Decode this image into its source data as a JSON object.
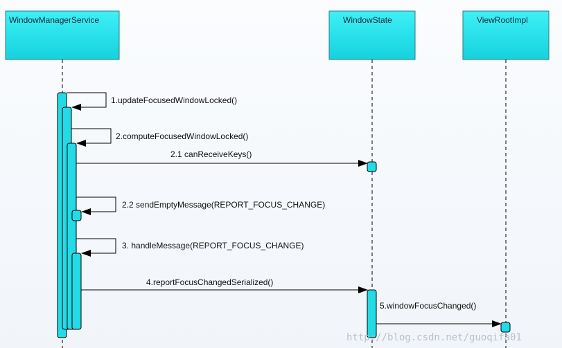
{
  "diagram": {
    "type": "sequence",
    "participants": [
      {
        "id": "wms",
        "label": "WindowManagerService"
      },
      {
        "id": "ws",
        "label": "WindowState"
      },
      {
        "id": "vri",
        "label": "ViewRootImpl"
      }
    ],
    "messages": [
      {
        "label": "1.updateFocusedWindowLocked()",
        "from": "wms",
        "to": "wms",
        "kind": "self"
      },
      {
        "label": "2.computeFocusedWindowLocked()",
        "from": "wms",
        "to": "wms",
        "kind": "self"
      },
      {
        "label": "2.1 canReceiveKeys()",
        "from": "wms",
        "to": "ws",
        "kind": "call"
      },
      {
        "label": "2.2 sendEmptyMessage(REPORT_FOCUS_CHANGE)",
        "from": "wms",
        "to": "wms",
        "kind": "self"
      },
      {
        "label": "3. handleMessage(REPORT_FOCUS_CHANGE)",
        "from": "wms",
        "to": "wms",
        "kind": "self"
      },
      {
        "label": "4.reportFocusChangedSerialized()",
        "from": "wms",
        "to": "ws",
        "kind": "call"
      },
      {
        "label": "5.windowFocusChanged()",
        "from": "ws",
        "to": "vri",
        "kind": "call"
      }
    ],
    "watermark": "http://blog.csdn.net/guoqifa01"
  },
  "colors": {
    "box_fill": "#26e0ea",
    "box_stroke": "#2d7a88",
    "activation_fill": "#23dbe6",
    "line": "#000000"
  }
}
